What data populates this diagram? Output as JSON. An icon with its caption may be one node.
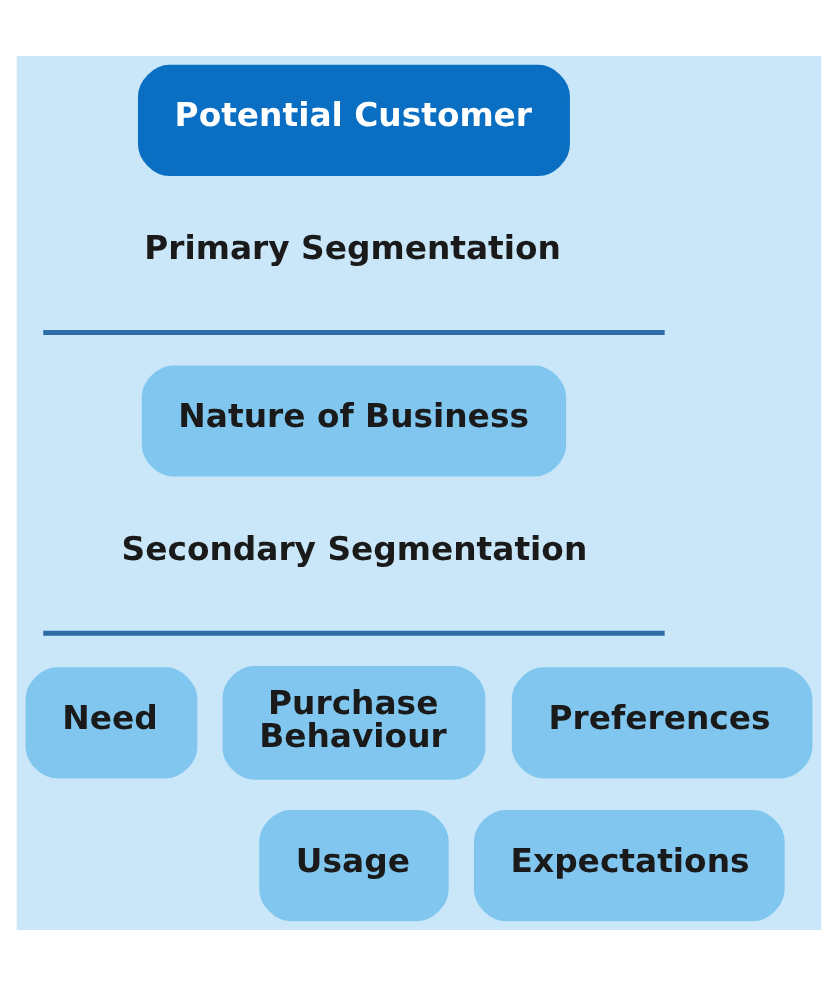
{
  "diagram": {
    "nodes": [
      {
        "text": [
          "Potential Customer"
        ]
      },
      {
        "text": [
          "Nature of Business"
        ]
      },
      {
        "text": [
          "Need"
        ]
      },
      {
        "text": [
          "Purchase Behaviour"
        ]
      },
      {
        "text": [
          "Preferences"
        ]
      },
      {
        "text": [
          "Usage"
        ]
      },
      {
        "text": [
          "Expectations"
        ]
      }
    ],
    "edges": [],
    "labels": [
      "Primary Segmentation",
      "Secondary Segmentation"
    ]
  }
}
